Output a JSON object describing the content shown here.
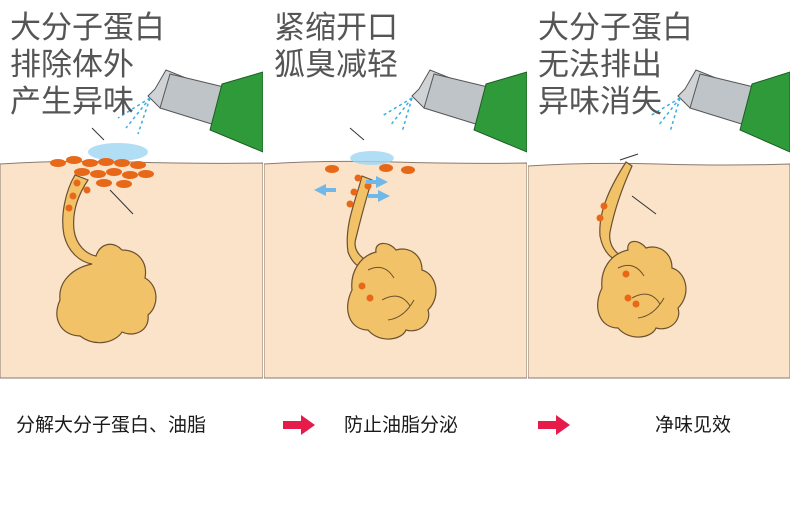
{
  "panels": [
    {
      "heading_lines": [
        "大分子蛋白",
        "排除体外",
        "产生异味"
      ]
    },
    {
      "heading_lines": [
        "紧缩开口",
        "狐臭减轻"
      ]
    },
    {
      "heading_lines": [
        "大分子蛋白",
        "无法排出",
        "异味消失"
      ]
    }
  ],
  "steps": [
    "分解大分子蛋白、油脂",
    "防止油脂分泌",
    "净味见效"
  ],
  "colors": {
    "skin": "#fbe3c9",
    "skin_line": "#8a7a70",
    "gland": "#f2c268",
    "gland_stroke": "#6b5030",
    "droplet": "#e8681a",
    "bottle_green": "#2f9a3a",
    "spray": "#3aaee0",
    "arrow": "#e61b4a"
  },
  "icons": [
    "spray-bottle-icon",
    "arrow-right-icon"
  ]
}
